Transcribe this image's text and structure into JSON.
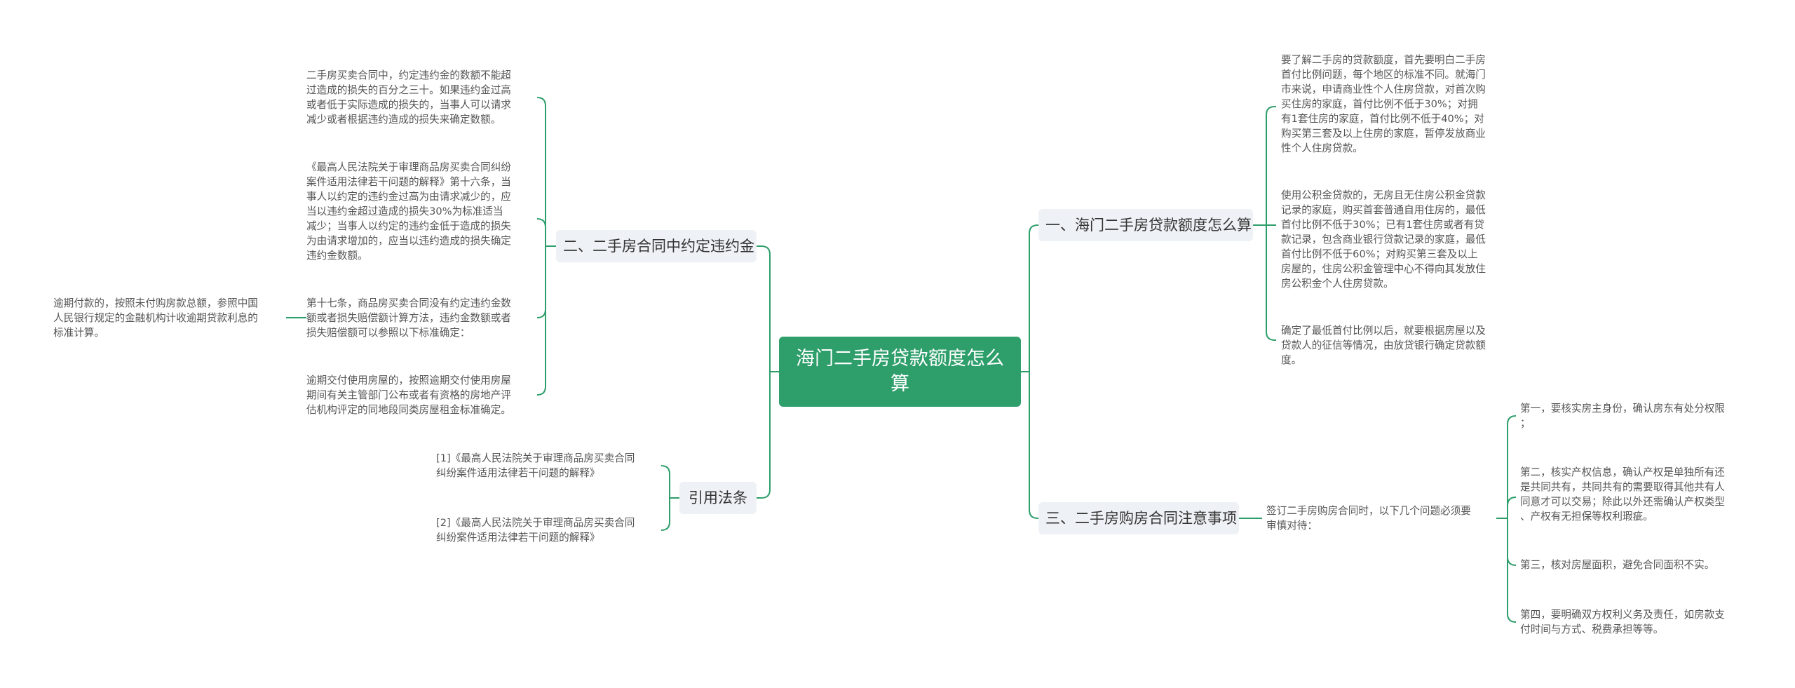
{
  "root": {
    "title": "海门二手房贷款额度怎么算"
  },
  "branches": [
    {
      "label": "一、海门二手房贷款额度怎么算",
      "items": [
        "要了解二手房的贷款额度，首先要明白二手房\n首付比例问题，每个地区的标准不同。就海门\n市来说，申请商业性个人住房贷款，对首次购\n买住房的家庭，首付比例不低于30%；对拥\n有1套住房的家庭，首付比例不低于40%；对\n购买第三套及以上住房的家庭，暂停发放商业\n性个人住房贷款。",
        "使用公积金贷款的，无房且无住房公积金贷款\n记录的家庭，购买首套普通自用住房的，最低\n首付比例不低于30%；已有1套住房或者有贷\n款记录，包含商业银行贷款记录的家庭，最低\n首付比例不低于60%；对购买第三套及以上\n房屋的，住房公积金管理中心不得向其发放住\n房公积金个人住房贷款。",
        "确定了最低首付比例以后，就要根据房屋以及\n贷款人的征信等情况，由放贷银行确定贷款额\n度。"
      ]
    },
    {
      "label": "二、二手房合同中约定违约金",
      "items": [
        "二手房买卖合同中，约定违约金的数额不能超\n过造成的损失的百分之三十。如果违约金过高\n或者低于实际造成的损失的，当事人可以请求\n减少或者根据违约造成的损失来确定数额。",
        "《最高人民法院关于审理商品房买卖合同纠纷\n案件适用法律若干问题的解释》第十六条，当\n事人以约定的违约金过高为由请求减少的，应\n当以违约金超过造成的损失30%为标准适当\n减少；当事人以约定的违约金低于造成的损失\n为由请求增加的，应当以违约造成的损失确定\n违约金数额。",
        "第十七条，商品房买卖合同没有约定违约金数\n额或者损失赔偿额计算方法，违约金数额或者\n损失赔偿额可以参照以下标准确定：",
        "逾期交付使用房屋的，按照逾期交付使用房屋\n期间有关主管部门公布或者有资格的房地产评\n估机构评定的同地段同类房屋租金标准确定。"
      ],
      "sub_item": "逾期付款的，按照未付购房款总额，参照中国\n人民银行规定的金融机构计收逾期贷款利息的\n标准计算。"
    },
    {
      "label": "三、二手房购房合同注意事项",
      "intro": "签订二手房购房合同时，以下几个问题必须要\n审慎对待：",
      "items": [
        "第一，要核实房主身份，确认房东有处分权限\n；",
        "第二，核实产权信息，确认产权是单独所有还\n是共同共有，共同共有的需要取得其他共有人\n同意才可以交易；除此以外还需确认产权类型\n、产权有无担保等权利瑕疵。",
        "第三，核对房屋面积，避免合同面积不实。",
        "第四，要明确双方权利义务及责任，如房款支\n付时间与方式、税费承担等等。"
      ]
    },
    {
      "label": "引用法条",
      "items": [
        "[1]《最高人民法院关于审理商品房买卖合同\n纠纷案件适用法律若干问题的解释》",
        "[2]《最高人民法院关于审理商品房买卖合同\n纠纷案件适用法律若干问题的解释》"
      ]
    }
  ],
  "colors": {
    "root_fill": "#2e9e6b",
    "connector": "#2e9e6b",
    "branch_fill": "#eef1f5"
  }
}
